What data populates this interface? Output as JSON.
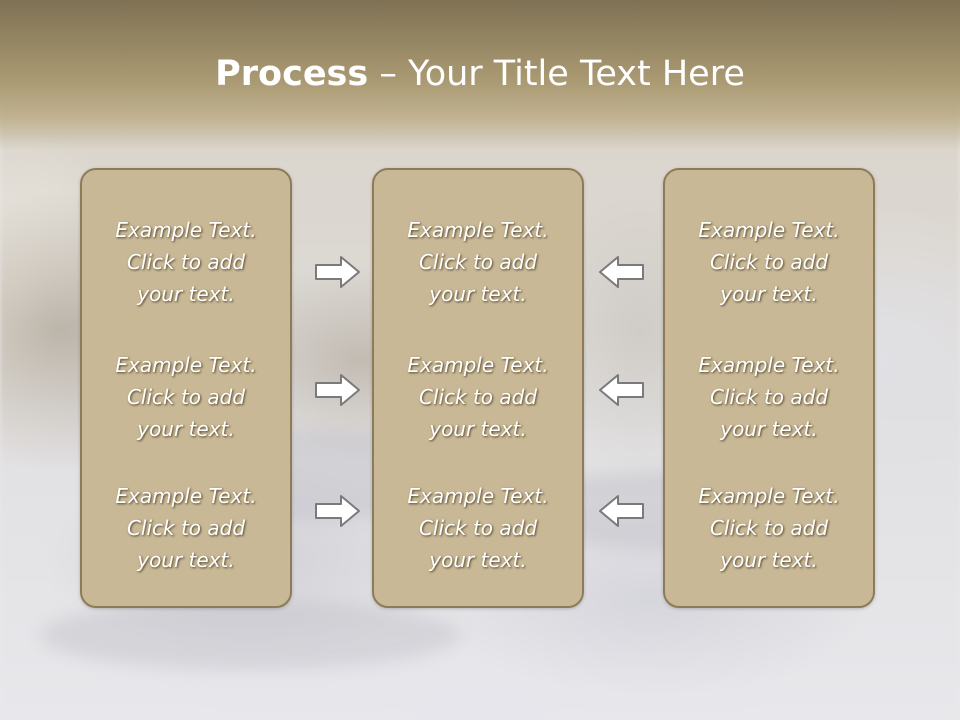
{
  "title": {
    "bold": "Process",
    "rest": " – Your Title Text Here"
  },
  "columns": [
    {
      "items": [
        {
          "l1": "Example Text.",
          "l2": "Click  to add",
          "l3": "your text."
        },
        {
          "l1": "Example Text.",
          "l2": "Click  to add",
          "l3": "your text."
        },
        {
          "l1": "Example Text.",
          "l2": "Click  to add",
          "l3": "your text."
        }
      ]
    },
    {
      "items": [
        {
          "l1": "Example Text.",
          "l2": "Click  to add",
          "l3": "your text."
        },
        {
          "l1": "Example Text.",
          "l2": "Click  to add",
          "l3": "your text."
        },
        {
          "l1": "Example Text.",
          "l2": "Click  to add",
          "l3": "your text."
        }
      ]
    },
    {
      "items": [
        {
          "l1": "Example Text.",
          "l2": "Click  to add",
          "l3": "your text."
        },
        {
          "l1": "Example Text.",
          "l2": "Click  to add",
          "l3": "your text."
        },
        {
          "l1": "Example Text.",
          "l2": "Click  to add",
          "l3": "your text."
        }
      ]
    }
  ],
  "arrows": {
    "left_group": "arrow-right-icon",
    "right_group": "arrow-left-icon"
  },
  "colors": {
    "title_band": "#958663",
    "box_fill": "#c8b895",
    "box_border": "#8d7c5a",
    "text": "#ffffff"
  }
}
